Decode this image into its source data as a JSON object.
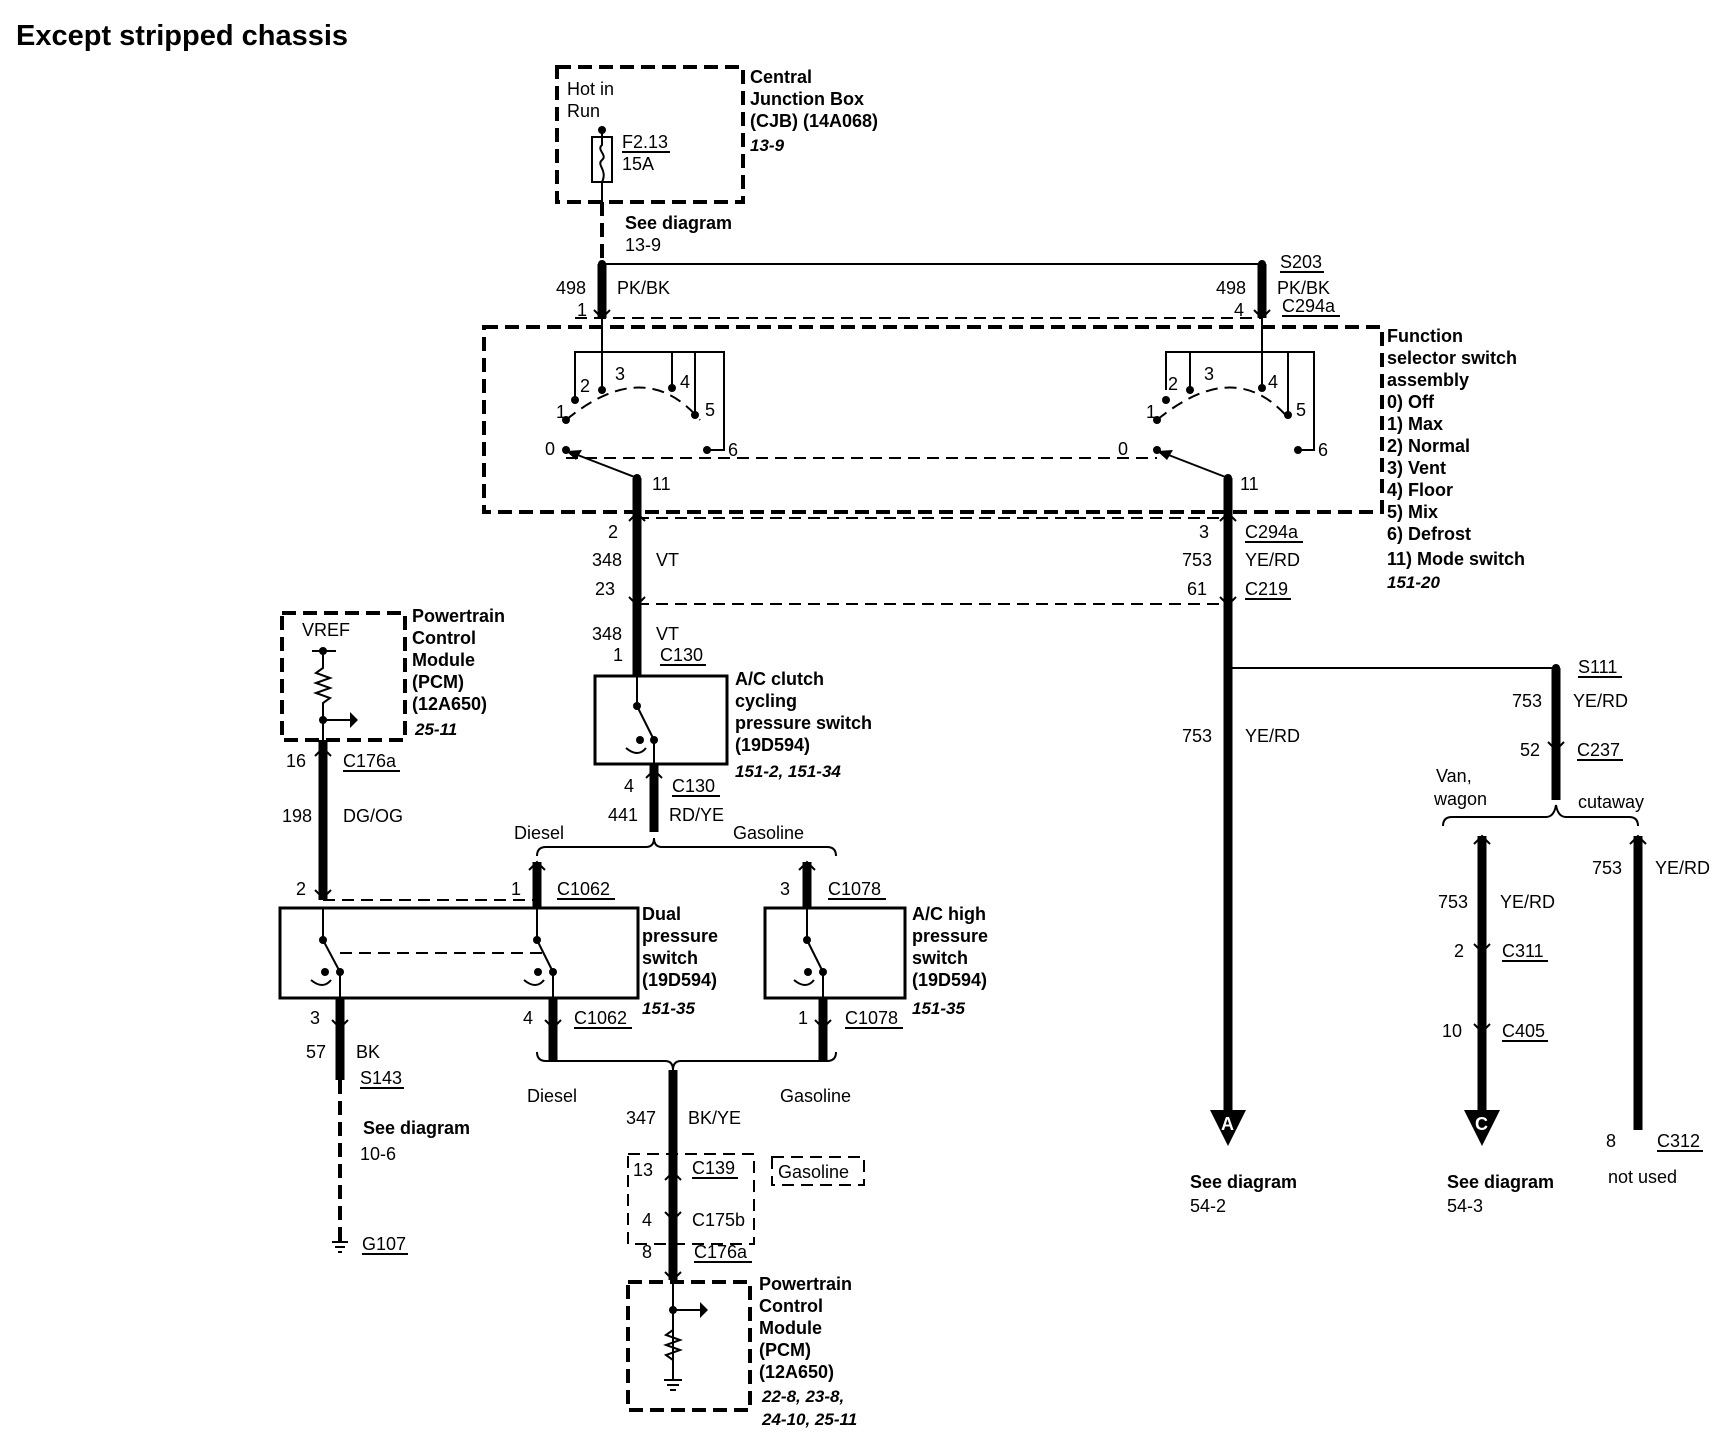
{
  "title": "Except stripped chassis",
  "cjb": {
    "hot": [
      "Hot in",
      "Run"
    ],
    "fuse": [
      "F2.13",
      "15A"
    ],
    "name": [
      "Central",
      "Junction Box",
      "(CJB) (14A068)"
    ],
    "ref": "13-9"
  },
  "see_cjb": [
    "See diagram",
    "13-9"
  ],
  "top_left": {
    "circuit": "498",
    "pin": "1",
    "color": "PK/BK"
  },
  "top_right": {
    "circuit": "498",
    "pin": "4",
    "color": "PK/BK",
    "splice": "S203",
    "connector": "C294a"
  },
  "fss": {
    "name": [
      "Function",
      "selector switch",
      "assembly"
    ],
    "modes": [
      "0) Off",
      "1) Max",
      "2) Normal",
      "3) Vent",
      "4) Floor",
      "5) Mix",
      "6) Defrost",
      "11) Mode switch"
    ],
    "ref": "151-20",
    "positions": [
      "0",
      "1",
      "2",
      "3",
      "4",
      "5",
      "6",
      "11"
    ]
  },
  "mid_left": {
    "pin": "2",
    "circuit": "348",
    "color": "VT",
    "pin2": "23"
  },
  "mid_right": {
    "pin": "3",
    "connector": "C294a",
    "circuit": "753",
    "color": "YE/RD",
    "pin2": "61",
    "connector2": "C219"
  },
  "pcm1": {
    "vref": "VREF",
    "name": [
      "Powertrain",
      "Control",
      "Module",
      "(PCM)",
      "(12A650)"
    ],
    "ref": "25-11",
    "pin": "16",
    "connector": "C176a",
    "circuit": "198",
    "color": "DG/OG"
  },
  "accs": {
    "circuit": "348",
    "color": "VT",
    "pin_in": "1",
    "connector_in": "C130",
    "name": [
      "A/C clutch",
      "cycling",
      "pressure switch",
      "(19D594)"
    ],
    "ref": "151-2, 151-34",
    "pin_out": "4",
    "connector_out": "C130",
    "circuit_out": "441",
    "color_out": "RD/YE"
  },
  "branch1": {
    "left": "Diesel",
    "right": "Gasoline"
  },
  "dps": {
    "pin_left": "2",
    "pin_in": "1",
    "connector_in": "C1062",
    "name": [
      "Dual",
      "pressure",
      "switch",
      "(19D594)"
    ],
    "ref": "151-35",
    "pin_out_left": "3",
    "pin_out": "4",
    "connector_out": "C1062"
  },
  "achps": {
    "pin_in": "3",
    "connector_in": "C1078",
    "name": [
      "A/C high",
      "pressure",
      "switch",
      "(19D594)"
    ],
    "ref": "151-35",
    "pin_out": "1",
    "connector_out": "C1078"
  },
  "ground": {
    "circuit": "57",
    "color": "BK",
    "splice": "S143",
    "see": [
      "See diagram",
      "10-6"
    ],
    "ground": "G107"
  },
  "branch2": {
    "left": "Diesel",
    "right": "Gasoline"
  },
  "bottom": {
    "circuit": "347",
    "color": "BK/YE",
    "pin1": "13",
    "connector1": "C139",
    "gasoline": "Gasoline",
    "pin2": "4",
    "connector2": "C175b",
    "pin3": "8",
    "connector3": "C176a"
  },
  "pcm2": {
    "name": [
      "Powertrain",
      "Control",
      "Module",
      "(PCM)",
      "(12A650)"
    ],
    "ref": [
      "22-8, 23-8,",
      "24-10, 25-11"
    ]
  },
  "right_main": {
    "circuit": "753",
    "color": "YE/RD",
    "marker": "A",
    "see": [
      "See diagram",
      "54-2"
    ]
  },
  "s111": {
    "splice": "S111",
    "circuit": "753",
    "color": "YE/RD",
    "pin": "52",
    "connector": "C237",
    "left": [
      "Van,",
      "wagon"
    ],
    "right": "cutaway"
  },
  "van": {
    "circuit": "753",
    "color": "YE/RD",
    "pin1": "2",
    "connector1": "C311",
    "pin2": "10",
    "connector2": "C405",
    "marker": "C",
    "see": [
      "See diagram",
      "54-3"
    ]
  },
  "cutaway": {
    "circuit": "753",
    "color": "YE/RD",
    "pin": "8",
    "connector": "C312",
    "note": "not used"
  }
}
